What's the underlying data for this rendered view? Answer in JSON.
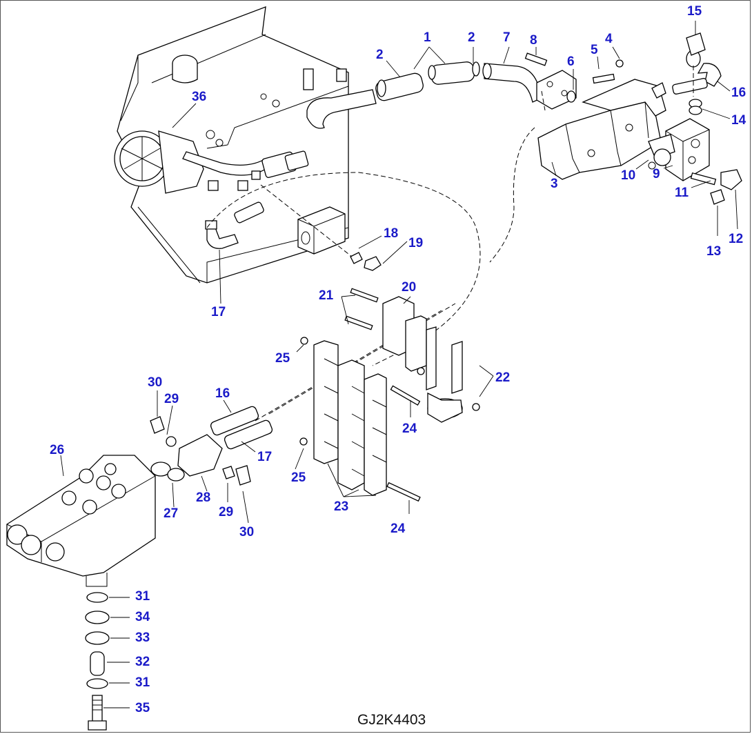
{
  "drawing_code": "GJ2K4403",
  "callouts": [
    "1",
    "2",
    "2",
    "7",
    "8",
    "6",
    "5",
    "4",
    "15",
    "16",
    "14",
    "10",
    "9",
    "11",
    "12",
    "13",
    "3",
    "36",
    "18",
    "19",
    "17",
    "21",
    "20",
    "22",
    "25",
    "25",
    "23",
    "24",
    "24",
    "30",
    "29",
    "16",
    "17",
    "26",
    "27",
    "28",
    "29",
    "30",
    "31",
    "34",
    "33",
    "32",
    "31",
    "35"
  ],
  "colors": {
    "callout": "#1a1ac8",
    "line": "#000000",
    "background": "#ffffff"
  }
}
